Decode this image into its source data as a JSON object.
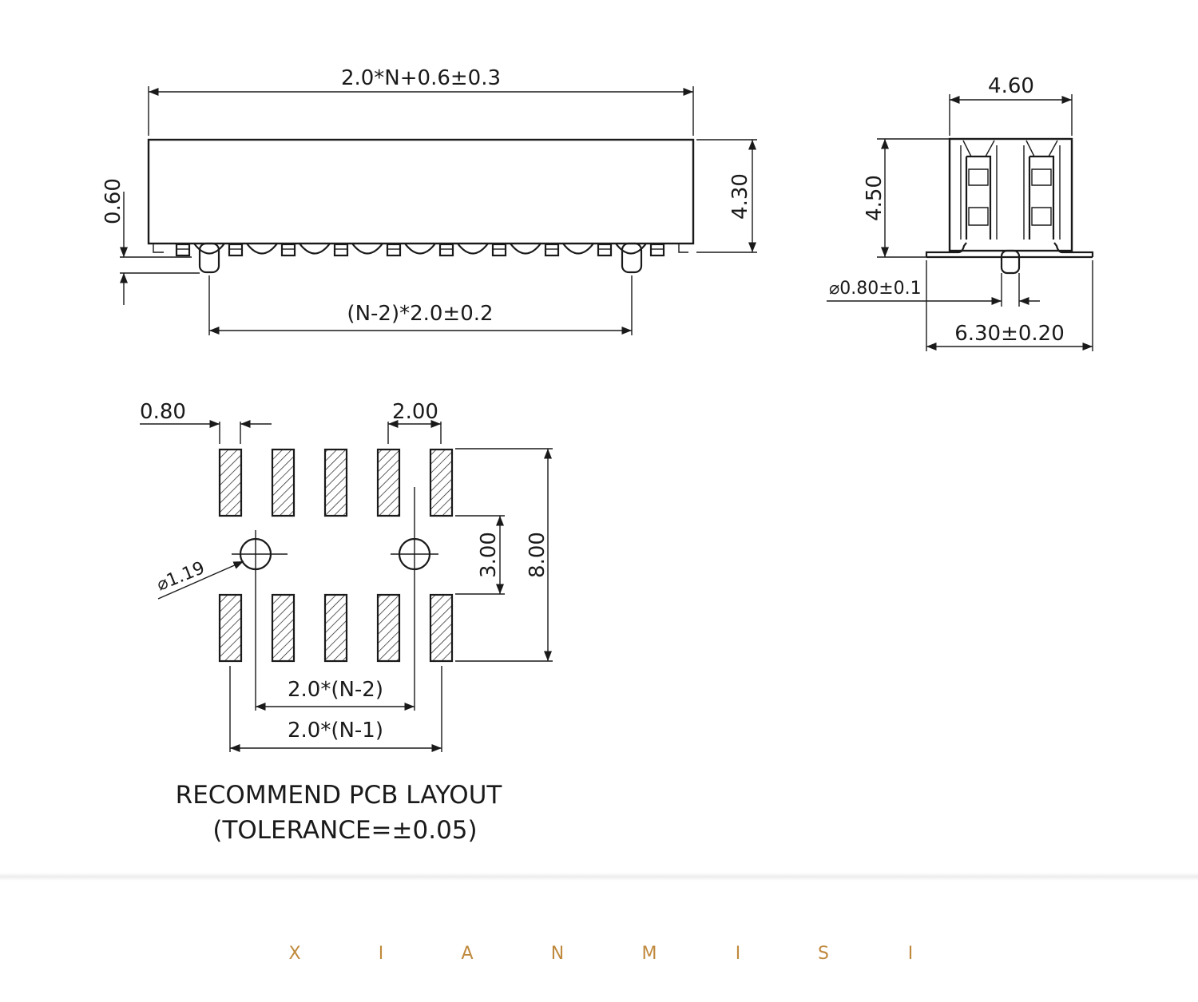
{
  "side_view": {
    "overall_length": "2.0*N+0.6±0.3",
    "height": "4.30",
    "pin_offset": "0.60",
    "peg_pitch": "(N-2)*2.0±0.2"
  },
  "end_view": {
    "width": "4.60",
    "height": "4.50",
    "peg_diameter": "⌀0.80±0.1",
    "footprint_width": "6.30±0.20"
  },
  "pcb_layout": {
    "pad_width": "0.80",
    "pad_pitch": "2.00",
    "hole_diameter": "⌀1.19",
    "row_gap": "3.00",
    "overall_span": "8.00",
    "hole_spacing": "2.0*(N-2)",
    "pad_span": "2.0*(N-1)",
    "title": "RECOMMEND PCB LAYOUT",
    "tolerance": "(TOLERANCE=±0.05)"
  },
  "footer": {
    "brand_letters": [
      "X",
      "I",
      "A",
      "N",
      "M",
      "I",
      "S",
      "I"
    ],
    "brand_color": "#c08a3e"
  }
}
